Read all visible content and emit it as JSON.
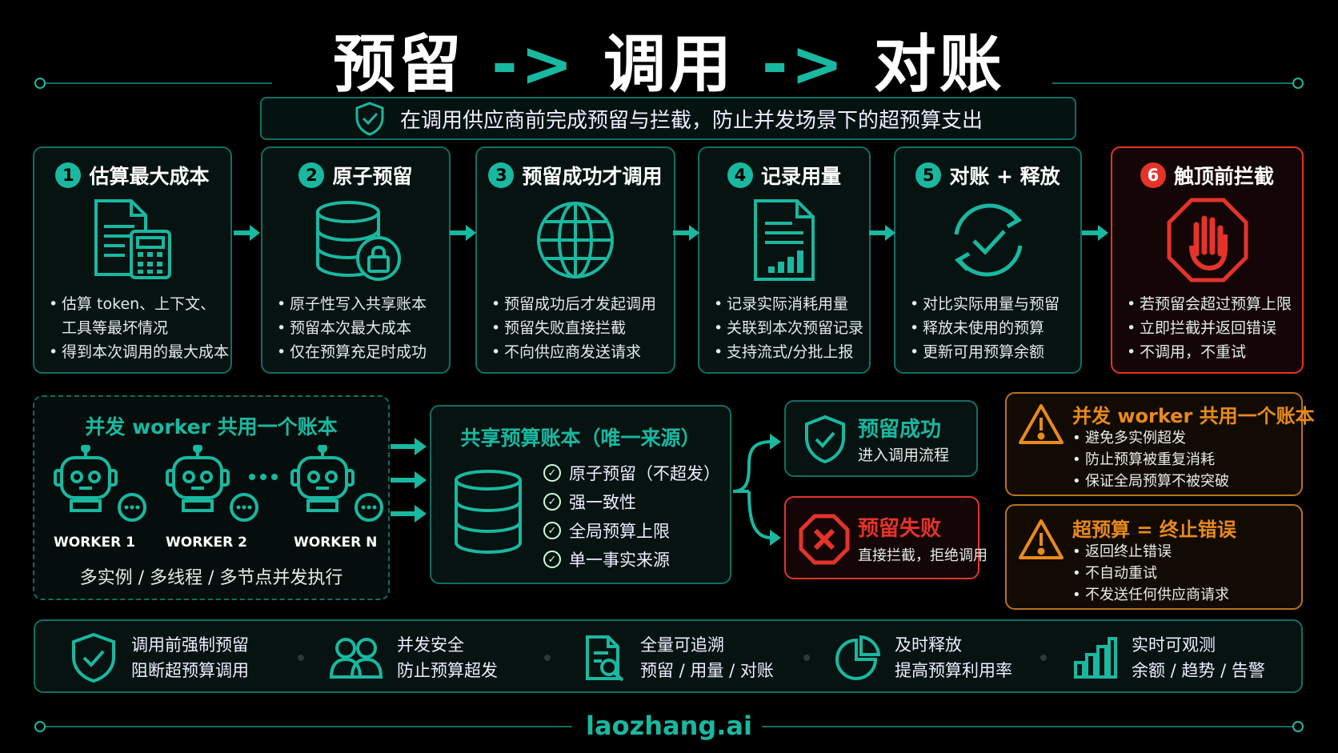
{
  "header": {
    "title_parts": [
      "预留",
      "调用",
      "对账"
    ],
    "arrow": "->",
    "subtitle": "在调用供应商前完成预留与拦截，防止并发场景下的超预算支出"
  },
  "steps": [
    {
      "num": "1",
      "title": "估算最大成本",
      "icon": "calculator-document-icon",
      "bullets": [
        "估算 token、上下文、",
        "工具等最坏情况",
        "得到本次调用的最大成本"
      ]
    },
    {
      "num": "2",
      "title": "原子预留",
      "icon": "database-lock-icon",
      "bullets": [
        "原子性写入共享账本",
        "预留本次最大成本",
        "仅在预算充足时成功"
      ]
    },
    {
      "num": "3",
      "title": "预留成功才调用",
      "icon": "globe-icon",
      "bullets": [
        "预留成功后才发起调用",
        "预留失败直接拦截",
        "不向供应商发送请求"
      ]
    },
    {
      "num": "4",
      "title": "记录用量",
      "icon": "report-chart-icon",
      "bullets": [
        "记录实际消耗用量",
        "关联到本次预留记录",
        "支持流式/分批上报"
      ]
    },
    {
      "num": "5",
      "title": "对账 + 释放",
      "icon": "refresh-check-icon",
      "bullets": [
        "对比实际用量与预留",
        "释放未使用的预算",
        "更新可用预算余额"
      ]
    },
    {
      "num": "6",
      "title": "触顶前拦截",
      "icon": "stop-hand-icon",
      "bullets": [
        "若预留会超过预算上限",
        "立即拦截并返回错误",
        "不调用，不重试"
      ]
    }
  ],
  "workers": {
    "title": "并发 worker 共用一个账本",
    "labels": [
      "WORKER 1",
      "WORKER 2",
      "WORKER N"
    ],
    "footer": "多实例 / 多线程 / 多节点并发执行"
  },
  "ledger": {
    "title": "共享预算账本（唯一来源）",
    "items": [
      "原子预留（不超发）",
      "强一致性",
      "全局预算上限",
      "单一事实来源"
    ]
  },
  "results": {
    "success": {
      "title": "预留成功",
      "sub": "进入调用流程"
    },
    "fail": {
      "title": "预留失败",
      "sub": "直接拦截，拒绝调用"
    }
  },
  "warnings": [
    {
      "title": "并发 worker 共用一个账本",
      "items": [
        "避免多实例超发",
        "防止预算被重复消耗",
        "保证全局预算不被突破"
      ]
    },
    {
      "title": "超预算 = 终止错误",
      "items": [
        "返回终止错误",
        "不自动重试",
        "不发送任何供应商请求"
      ]
    }
  ],
  "benefits": [
    {
      "icon": "shield-check-icon",
      "line1": "调用前强制预留",
      "line2": "阻断超预算调用"
    },
    {
      "icon": "users-icon",
      "line1": "并发安全",
      "line2": "防止预算超发"
    },
    {
      "icon": "doc-search-icon",
      "line1": "全量可追溯",
      "line2": "预留 / 用量 / 对账"
    },
    {
      "icon": "pie-chart-icon",
      "line1": "及时释放",
      "line2": "提高预算利用率"
    },
    {
      "icon": "bar-chart-icon",
      "line1": "实时可观测",
      "line2": "余额 / 趋势 / 告警"
    }
  ],
  "brand": "laozhang.ai",
  "colors": {
    "teal": "#19b8a0",
    "red": "#e5332a",
    "orange": "#e98a1b"
  }
}
